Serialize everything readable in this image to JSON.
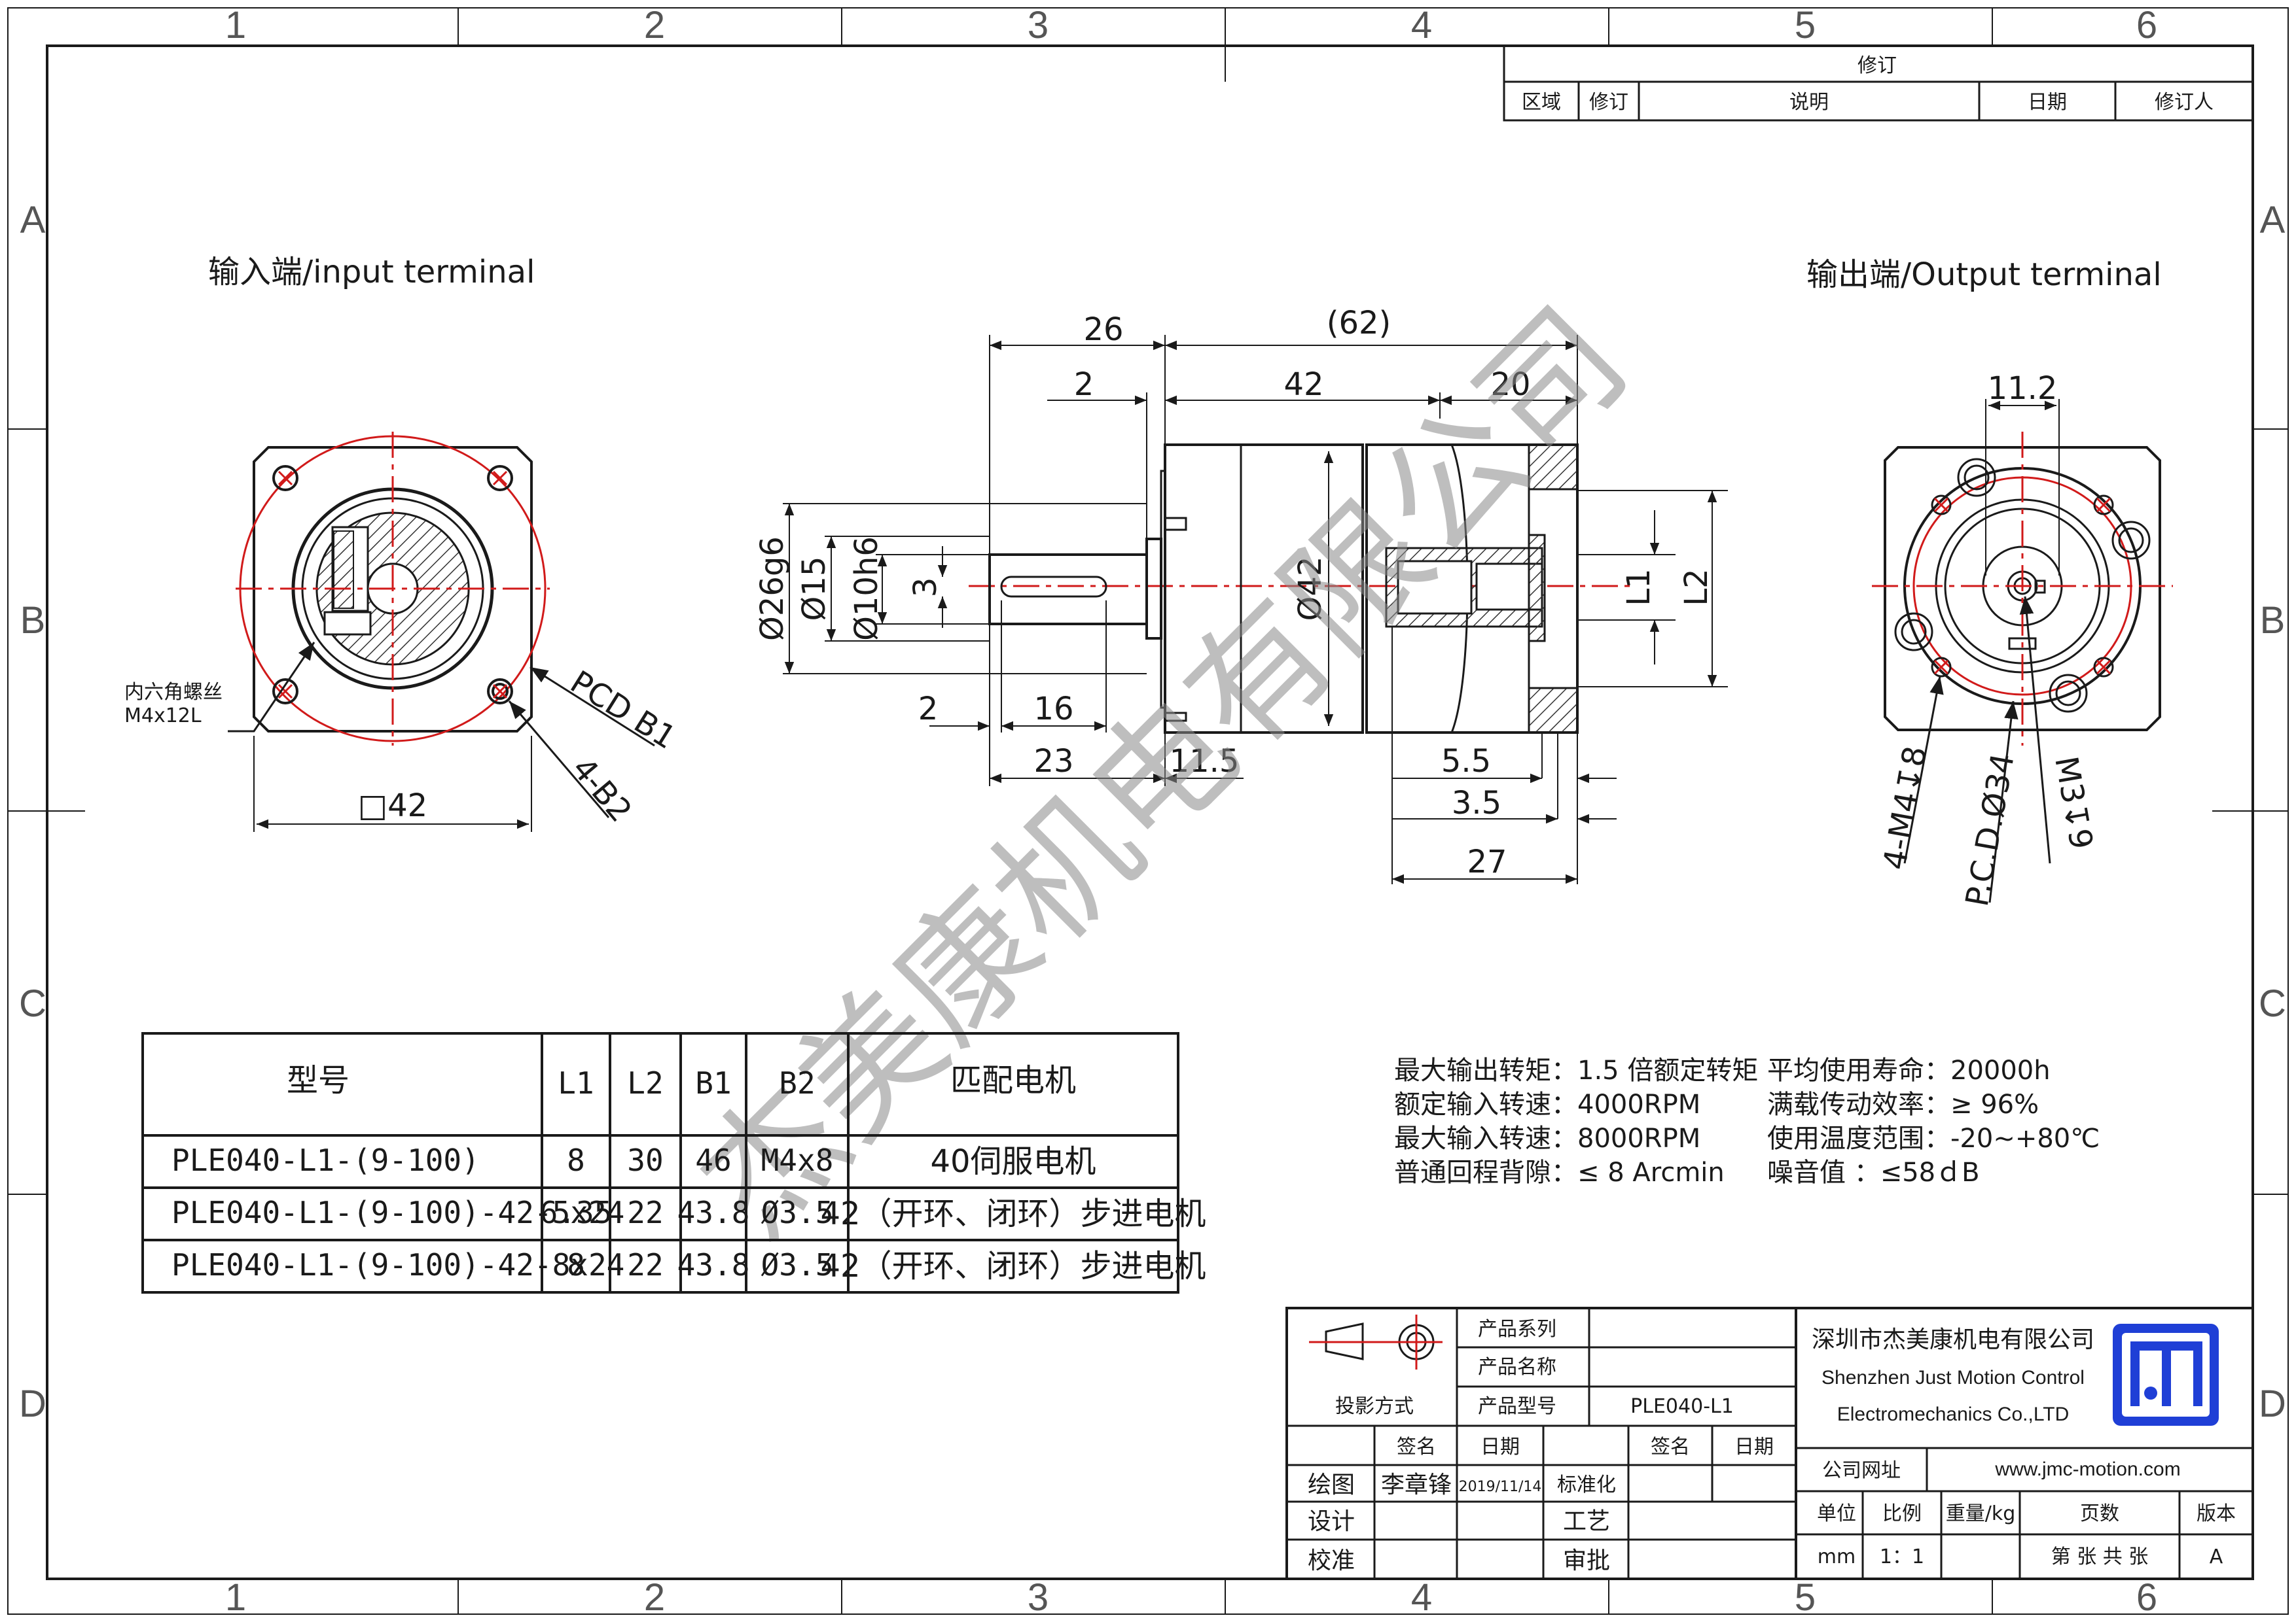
{
  "zones": {
    "columns": [
      "1",
      "2",
      "3",
      "4",
      "5",
      "6"
    ],
    "rows": [
      "A",
      "B",
      "C",
      "D"
    ]
  },
  "revision_block": {
    "title": "修订",
    "headers": [
      "区域",
      "修订",
      "说明",
      "日期",
      "修订人"
    ]
  },
  "views": {
    "input_label": "输入端/input terminal",
    "output_label": "输出端/Output terminal"
  },
  "input_view": {
    "screw_note_line1": "内六角螺丝",
    "screw_note_line2": "M4x12L",
    "pcd_label": "PCD B1",
    "holes_label": "4-B2",
    "square_label": "□42"
  },
  "side_view": {
    "overall": "(62)",
    "d26": "26",
    "d42": "42",
    "d20": "20",
    "d2_top": "2",
    "dia26": "Ø26g6",
    "dia15": "Ø15",
    "dia10": "Ø10h6",
    "d3": "3",
    "dia42": "Ø42",
    "d2_bottom": "2",
    "d16": "16",
    "d23": "23",
    "d11_5": "11.5",
    "d5_5": "5.5",
    "d3_5": "3.5",
    "d27": "27",
    "L1": "L1",
    "L2": "L2"
  },
  "output_view": {
    "d11_2": "11.2",
    "holes": "4-M4↧8",
    "pcd": "P.C.D.Ø34",
    "center_thread": "M3↧9"
  },
  "watermark": "杰美康机电有限公司",
  "model_table": {
    "headers": [
      "型号",
      "L1",
      "L2",
      "B1",
      "B2",
      "匹配电机"
    ],
    "rows": [
      [
        "PLE040-L1-(9-100)",
        "8",
        "30",
        "46",
        "M4x8",
        "40伺服电机"
      ],
      [
        "PLE040-L1-(9-100)-42-5x24",
        "6.35",
        "22",
        "43.8",
        "Ø3.5",
        "42（开环、闭环）步进电机"
      ],
      [
        "PLE040-L1-(9-100)-42-8x24",
        "8",
        "22",
        "43.8",
        "Ø3.5",
        "42（开环、闭环）步进电机"
      ]
    ]
  },
  "specs": {
    "left": [
      "最大输出转矩：1.5 倍额定转矩",
      "额定输入转速：4000RPM",
      "最大输入转速：8000RPM",
      "普通回程背隙：≤ 8 Arcmin"
    ],
    "right": [
      "平均使用寿命：20000h",
      "满载传动效率：≥   96%",
      "使用温度范围：-20~+80℃",
      "噪音值        ：≤58ｄB"
    ]
  },
  "title_block": {
    "series_label": "产品系列",
    "name_label": "产品名称",
    "model_label": "产品型号",
    "model_value": "PLE040-L1",
    "projection_label": "投影方式",
    "sign_label": "签名",
    "date_label": "日期",
    "sign_label2": "签名",
    "date_label2": "日期",
    "draw_label": "绘图",
    "draw_name": "李章锋",
    "draw_date": "2019/11/14",
    "standard_label": "标准化",
    "design_label": "设计",
    "process_label": "工艺",
    "check_label": "校准",
    "approve_label": "审批",
    "company_cn": "深圳市杰美康机电有限公司",
    "company_en1": "Shenzhen Just Motion Control",
    "company_en2": "Electromechanics Co.,LTD",
    "website_label": "公司网址",
    "website": "www.jmc-motion.com",
    "unit_label": "单位",
    "scale_label": "比例",
    "weight_label": "重量/kg",
    "pages_label": "页数",
    "version_label": "版本",
    "unit_value": "mm",
    "scale_value": "1：1",
    "pages_value": "第 张 共 张",
    "version_value": "A"
  },
  "colors": {
    "line": "#1a1a1a",
    "center_line": "#d11a1a",
    "logo": "#1f3fd6",
    "hatch": "#333333"
  }
}
